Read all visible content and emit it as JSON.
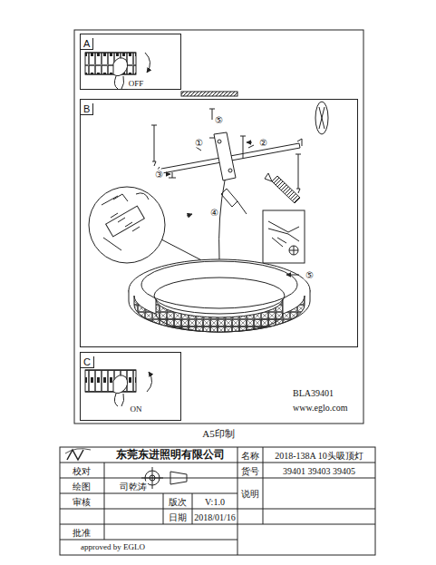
{
  "diagram": {
    "nodes": [
      {
        "text": [
          "A"
        ]
      },
      {
        "text": [
          "B"
        ]
      },
      {
        "text": [
          "C"
        ]
      }
    ],
    "labels": [
      "OFF",
      "①",
      "②",
      "③",
      "④",
      "⑤",
      "⑤",
      "BLA39401",
      "www.eglo.com",
      "ON",
      "A5印制",
      "东莞东进照明有限公司",
      "名称",
      "2018-138A 10头吸顶灯",
      "校对",
      "货号",
      "39401 39403 39405",
      "绘图",
      "司乾涛",
      "说明",
      "审核",
      "版次",
      "V:1.0",
      "日期",
      "2018/01/16",
      "批准",
      "approved by EGLO"
    ]
  }
}
